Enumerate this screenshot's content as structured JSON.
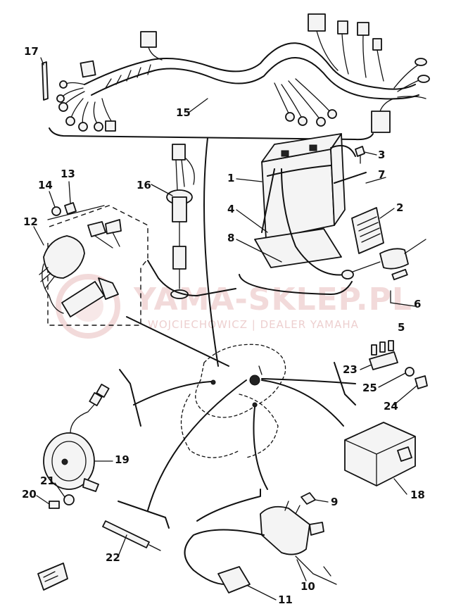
{
  "watermark": {
    "brand": "YAMA-SKLEP.PL",
    "dealer": "WOJCIECHOWICZ | DEALER YAMAHA"
  },
  "callouts": {
    "c1": "1",
    "c2": "2",
    "c3": "3",
    "c4": "4",
    "c5": "5",
    "c6": "6",
    "c7": "7",
    "c8": "8",
    "c9": "9",
    "c10": "10",
    "c11": "11",
    "c12": "12",
    "c13": "13",
    "c14": "14",
    "c15": "15",
    "c16": "16",
    "c17": "17",
    "c18": "18",
    "c19": "19",
    "c20": "20",
    "c21": "21",
    "c22": "22",
    "c23": "23",
    "c24": "24",
    "c25": "25"
  },
  "colors": {
    "ink": "#111111",
    "watermark": "#e8bcbc"
  }
}
